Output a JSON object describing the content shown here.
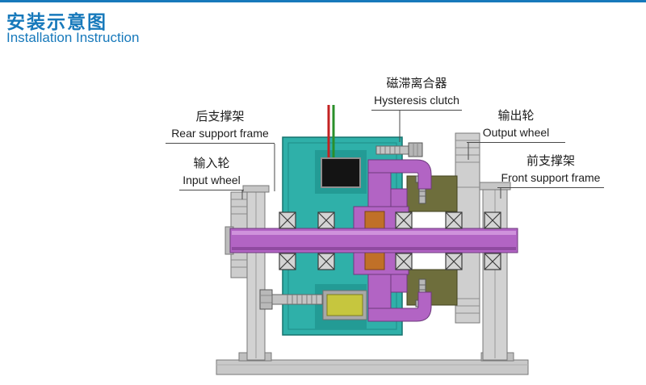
{
  "header": {
    "title_cn": "安装示意图",
    "title_en": "Installation Instruction"
  },
  "labels": {
    "hysteresis_clutch": {
      "cn": "磁滞离合器",
      "en": "Hysteresis clutch"
    },
    "rear_support_frame": {
      "cn": "后支撑架",
      "en": "Rear support frame"
    },
    "input_wheel": {
      "cn": "输入轮",
      "en": "Input wheel"
    },
    "output_wheel": {
      "cn": "输出轮",
      "en": "Output wheel"
    },
    "front_support_frame": {
      "cn": "前支撑架",
      "en": "Front support frame"
    }
  },
  "colors": {
    "accent_blue": "#1779bb",
    "housing_teal": "#2fb0a9",
    "shaft_purple": "#b264c4",
    "magnet_olive": "#6e6e3c",
    "coil_yellow": "#c6c63e",
    "coil_black": "#141414",
    "metal_gray": "#cfcfcf",
    "wire_red": "#c32222",
    "wire_green": "#2a8f2a",
    "spacer_orange": "#c07028"
  }
}
